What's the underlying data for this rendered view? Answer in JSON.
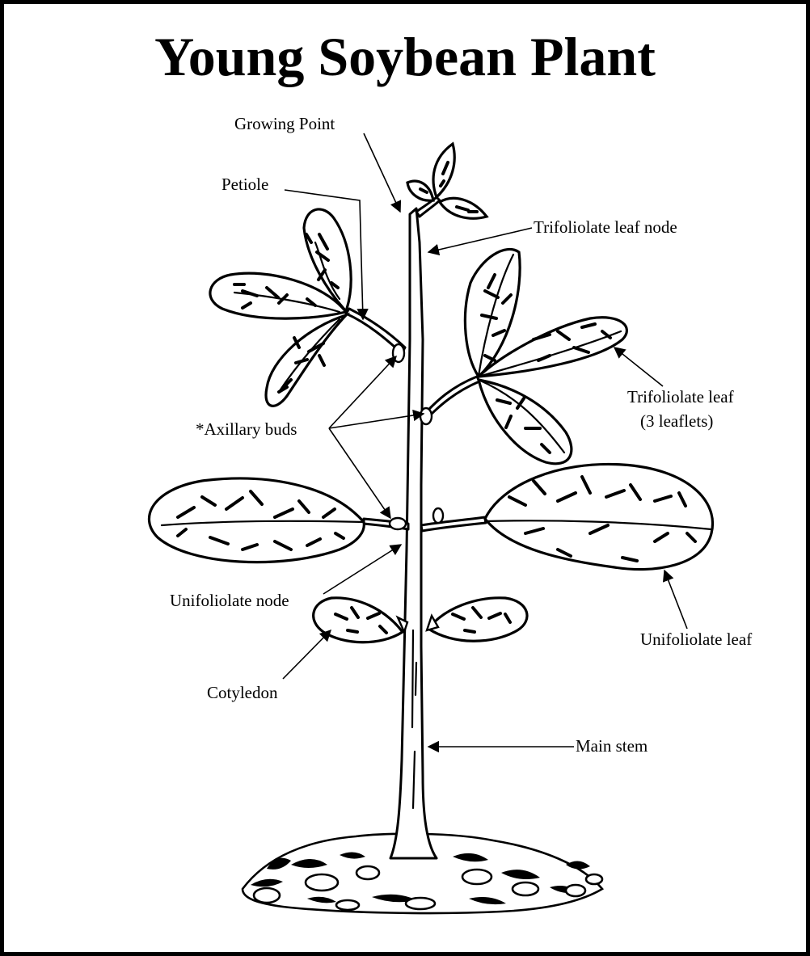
{
  "title": "Young Soybean Plant",
  "labels": {
    "growing_point": "Growing Point",
    "petiole": "Petiole",
    "trifoliolate_leaf_node": "Trifoliolate leaf node",
    "trifoliolate_leaf": "Trifoliolate leaf",
    "trifoliolate_leaf_sub": "(3 leaflets)",
    "axillary_buds": "*Axillary buds",
    "unifoliolate_node": "Unifoliolate node",
    "unifoliolate_leaf": "Unifoliolate leaf",
    "cotyledon": "Cotyledon",
    "main_stem": "Main stem"
  },
  "colors": {
    "ink": "#000000",
    "background": "#ffffff"
  }
}
